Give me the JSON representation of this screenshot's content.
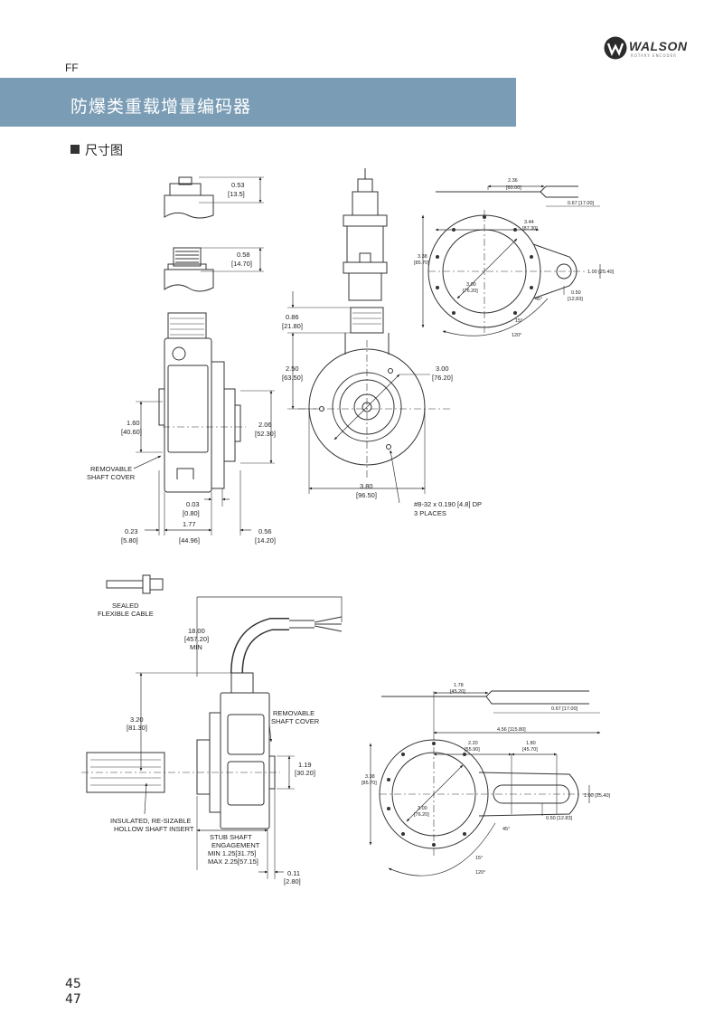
{
  "header": {
    "brand": "WALSON",
    "brand_tagline": "ROTARY ENCODER",
    "section_code": "FF",
    "title": "防爆类重载增量编码器"
  },
  "section": {
    "heading": "尺寸图"
  },
  "drawing": {
    "top_connector_1": [
      "0.53",
      "[13.5]"
    ],
    "top_connector_2": [
      "0.58",
      "[14.70]"
    ],
    "side_top_width": [
      "0.86",
      "[21.80]"
    ],
    "side_body_height": [
      "2.50",
      "[63.50]"
    ],
    "front_bolt_circle": [
      "3.00",
      "[76.20]"
    ],
    "left_height": [
      "1.60",
      "[40.60]"
    ],
    "right_height": [
      "2.06",
      "[52.30]"
    ],
    "removable_shaft_cover_1": [
      "REMOVABLE",
      "SHAFT COVER"
    ],
    "bottom_dim_003": [
      "0.03",
      "[0.80]"
    ],
    "bottom_dim_023": [
      "0.23",
      "[5.80]"
    ],
    "bottom_dim_177": [
      "1.77",
      "[44.96]"
    ],
    "bottom_dim_056": [
      "0.56",
      "[14.20]"
    ],
    "front_width": [
      "3.80",
      "[96.50]"
    ],
    "thread_note": [
      "#8-32 x 0.190 [4.8] DP",
      "3 PLACES"
    ],
    "bracket1_236": [
      "2.36",
      "[60.00]"
    ],
    "bracket1_067": "0.67 [17.00]",
    "bracket1_344": [
      "3.44",
      "[87.30]"
    ],
    "bracket1_338": [
      "3.38",
      "[85.70]"
    ],
    "bracket1_300": [
      "3.00",
      "[76.20]"
    ],
    "bracket1_100": "1.00 [25.40]",
    "bracket1_050": [
      "0.50",
      "[12.83]"
    ],
    "angle_45": "45°",
    "angle_15": "15°",
    "angle_120": "120°",
    "sealed_cable": [
      "SEALED",
      "FLEXIBLE CABLE"
    ],
    "cable_length": [
      "18.00",
      "[457.20]",
      "MIN"
    ],
    "lower_height": [
      "3.20",
      "[81.30]"
    ],
    "removable_shaft_cover_2": [
      "REMOVABLE",
      "SHAFT COVER"
    ],
    "lower_119": [
      "1.19",
      "[30.20]"
    ],
    "insert_note": [
      "INSULATED, RE-SIZABLE",
      "HOLLOW SHAFT INSERT"
    ],
    "stub_shaft": [
      "STUB SHAFT",
      "ENGAGEMENT",
      "MIN 1.25[31.75]",
      "MAX 2.25[57.15]"
    ],
    "lower_011": [
      "0.11",
      "[2.80]"
    ],
    "bracket2_178": [
      "1.78",
      "[45.20]"
    ],
    "bracket2_067": "0.67 [17.00]",
    "bracket2_456": "4.56 [115.80]",
    "bracket2_220": [
      "2.20",
      "[55.90]"
    ],
    "bracket2_180": [
      "1.80",
      "[45.70]"
    ],
    "bracket2_338": [
      "3.38",
      "[85.70]"
    ],
    "bracket2_300": [
      "3.00",
      "[76.20]"
    ],
    "bracket2_100": "1.00 [25.40]",
    "bracket2_050": "0.50 [12.83]"
  },
  "footer": {
    "page_1": "45",
    "page_2": "47"
  }
}
